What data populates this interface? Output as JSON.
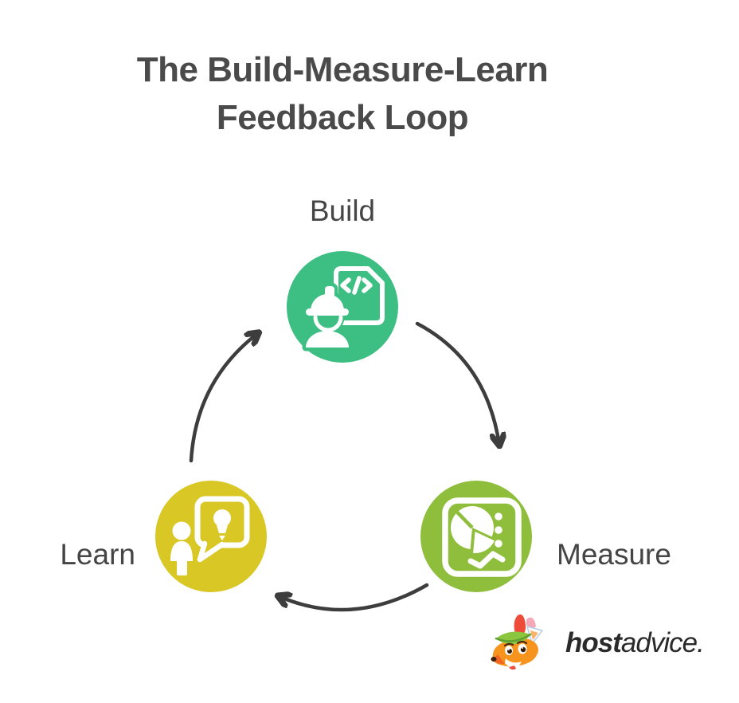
{
  "title": {
    "line1": "The Build-Measure-Learn",
    "line2": "Feedback Loop"
  },
  "loop": {
    "nodes": [
      {
        "id": "build",
        "label": "Build",
        "color": "#3dbe82",
        "icon": "engineer-code-document-icon",
        "label_position": "top"
      },
      {
        "id": "measure",
        "label": "Measure",
        "color": "#8fbe3c",
        "icon": "analytics-dashboard-icon",
        "label_position": "right"
      },
      {
        "id": "learn",
        "label": "Learn",
        "color": "#d8c725",
        "icon": "person-idea-speech-bubble-icon",
        "label_position": "left"
      }
    ],
    "arrows": [
      {
        "from": "build",
        "to": "measure"
      },
      {
        "from": "measure",
        "to": "learn"
      },
      {
        "from": "learn",
        "to": "build"
      }
    ],
    "arrow_color": "#3d3d3d"
  },
  "logo": {
    "brand_bold": "host",
    "brand_regular": "advice.",
    "icon": "fox-mascot-icon"
  },
  "colors": {
    "background": "#ffffff",
    "title": "#4a4a4a",
    "label": "#454545",
    "wordmark": "#2a2a2a"
  }
}
